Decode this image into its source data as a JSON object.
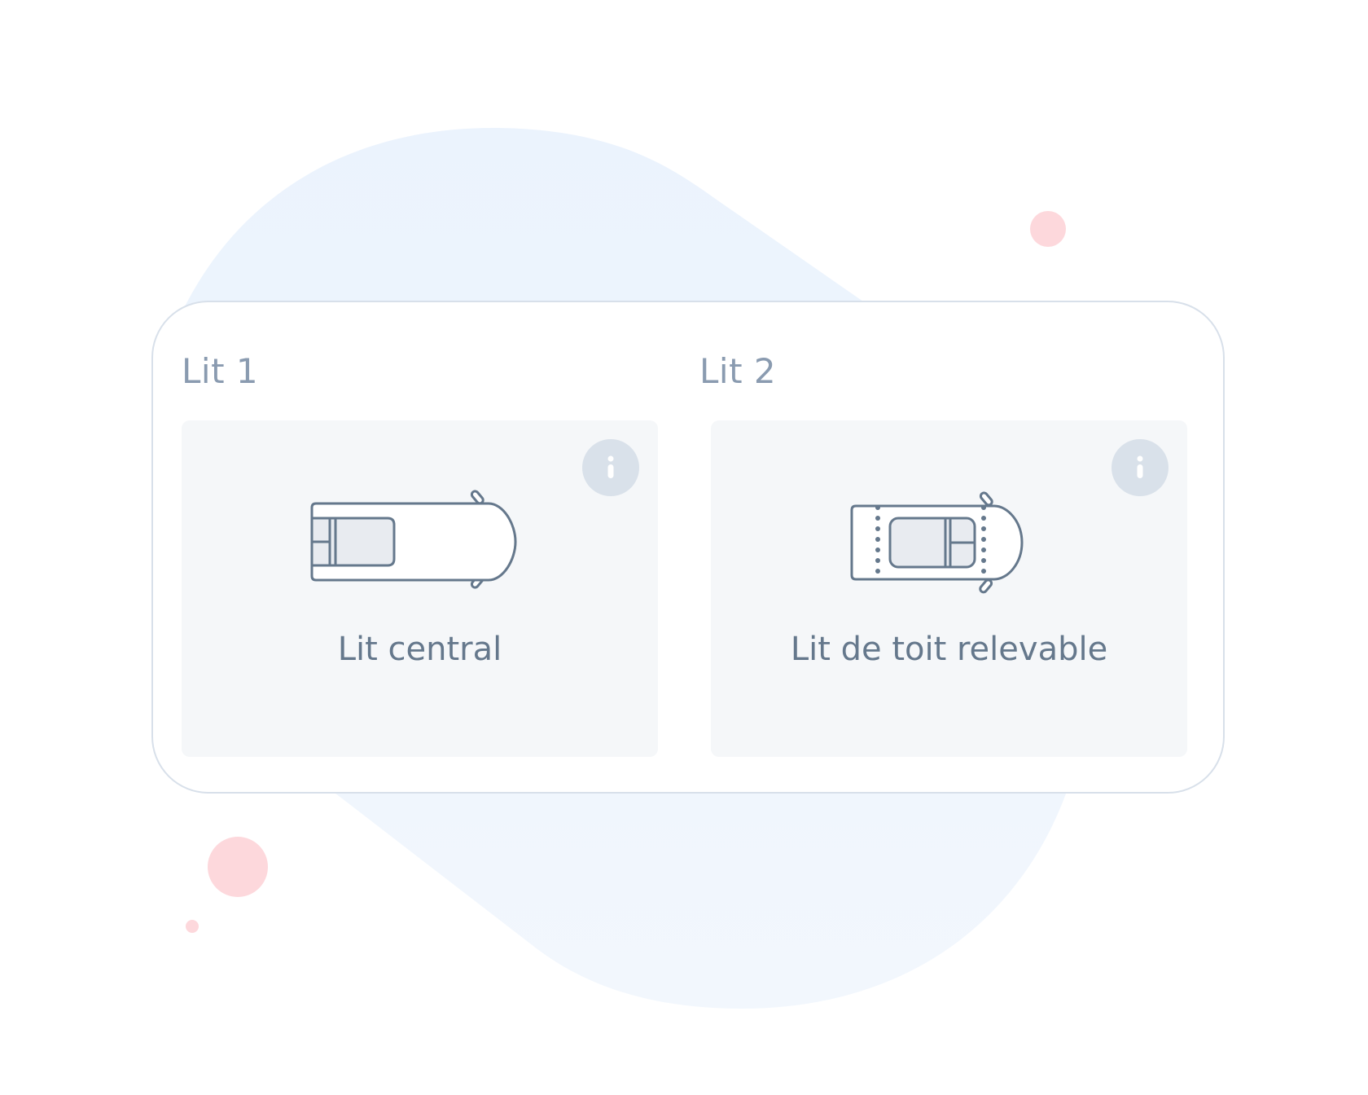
{
  "beds": [
    {
      "title": "Lit 1",
      "option_label": "Lit central",
      "icon": "van-central-bed-icon",
      "info_icon": "info-icon"
    },
    {
      "title": "Lit 2",
      "option_label": "Lit de toit relevable",
      "icon": "van-pop-top-roof-bed-icon",
      "info_icon": "info-icon"
    }
  ],
  "colors": {
    "blob": "#edf4fd",
    "accent_dots": "#fdd8dc",
    "card_border": "#d8e0ea",
    "panel_bg": "#f5f7f9",
    "title_text": "#8a9bb0",
    "label_text": "#65788c",
    "icon_stroke": "#65788c",
    "info_circle": "#d9e1ea"
  }
}
